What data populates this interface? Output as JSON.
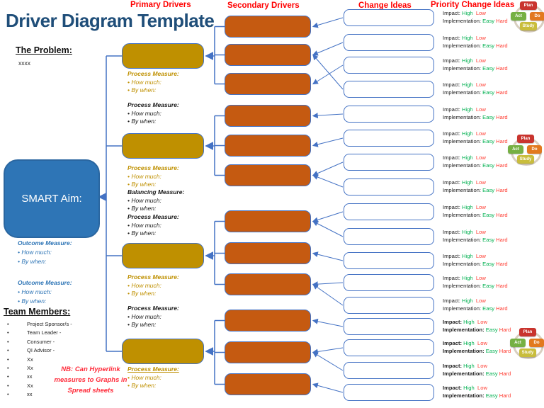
{
  "title": "Driver Diagram Template",
  "headers": {
    "primary": "Primary Drivers",
    "secondary": "Secondary  Drivers",
    "change": "Change Ideas",
    "priority": "Priority Change Ideas"
  },
  "problem": {
    "label": "The Problem:",
    "value": "xxxx"
  },
  "aim": {
    "label": "SMART Aim:"
  },
  "outcome_measures": [
    {
      "title": "Outcome Measure:",
      "bullets": [
        "How much:",
        "By when:"
      ]
    },
    {
      "title": "Outcome Measure:",
      "bullets": [
        "How much:",
        "By when:"
      ]
    }
  ],
  "team": {
    "label": "Team Members:",
    "members": [
      "Project Sponsor/s -",
      "Team Leader -",
      "Consumer -",
      "QI Advisor -",
      "Xx",
      "Xx",
      "xx",
      "Xx",
      "xx"
    ]
  },
  "note": {
    "lines": [
      "NB:  Can Hyperlink",
      "measures to Graphs in",
      "Spread sheets"
    ]
  },
  "measures": [
    {
      "title": "Process Measure:",
      "bullets": [
        "How much:",
        "By when:"
      ],
      "style": "gold"
    },
    {
      "title": "Process Measure:",
      "bullets": [
        "How much:",
        "By when:"
      ],
      "style": "black"
    },
    {
      "title": "Process Measure:",
      "bullets": [
        "How much:",
        "By when:"
      ],
      "style": "gold"
    },
    {
      "title": "Balancing Measure:",
      "bullets": [
        "How much:",
        "By when:"
      ],
      "style": "black"
    },
    {
      "title": "Process Measure:",
      "bullets": [
        "How much:",
        "By when:"
      ],
      "style": "black"
    },
    {
      "title": "Process Measure:",
      "bullets": [
        "How much:",
        "By when:"
      ],
      "style": "gold"
    },
    {
      "title": "Process Measure:",
      "bullets": [
        "How much:",
        "By when:"
      ],
      "style": "black"
    },
    {
      "title": "Process Measure:",
      "bullets": [
        "How much:",
        "By when:"
      ],
      "style": "gold-underline"
    }
  ],
  "primary_driver_count": 4,
  "secondary_driver_count": 12,
  "change_idea_count": 17,
  "priority_blocks": {
    "impact_label": "Impact:",
    "impact_high": "High",
    "impact_low": "Low",
    "implementation_label": "Implementation:",
    "implementation_easy": "Easy",
    "implementation_hard": "Hard",
    "count": 17,
    "bold_indices": [
      13,
      14,
      15,
      16
    ]
  },
  "pdsa": {
    "labels": [
      "Plan",
      "Do",
      "Study",
      "Act"
    ]
  },
  "connections": {
    "idea_to_secondary": [
      [
        1,
        1
      ],
      [
        2,
        2
      ],
      [
        3,
        3
      ],
      [
        4,
        2
      ],
      [
        5,
        4
      ],
      [
        6,
        5
      ],
      [
        7,
        6
      ],
      [
        8,
        6
      ],
      [
        9,
        7
      ],
      [
        10,
        7
      ],
      [
        11,
        8
      ],
      [
        12,
        9
      ],
      [
        13,
        9
      ],
      [
        14,
        10
      ],
      [
        15,
        11
      ],
      [
        16,
        11
      ],
      [
        17,
        12
      ]
    ],
    "secondary_groups": [
      [
        1,
        2,
        3
      ],
      [
        4,
        5,
        6
      ],
      [
        7,
        8,
        9
      ],
      [
        10,
        11,
        12
      ]
    ]
  },
  "colors": {
    "title": "#1F4E79",
    "header_red": "#FF0000",
    "gold": "#BF9000",
    "orange": "#C55A11",
    "aim_blue": "#2E75B6",
    "line_blue": "#4472C4",
    "green": "#00B050",
    "red": "#FF3B30",
    "pdsa_plan": "#C9342E",
    "pdsa_do": "#E2791F",
    "pdsa_study": "#C9BD3C",
    "pdsa_act": "#76B043"
  }
}
